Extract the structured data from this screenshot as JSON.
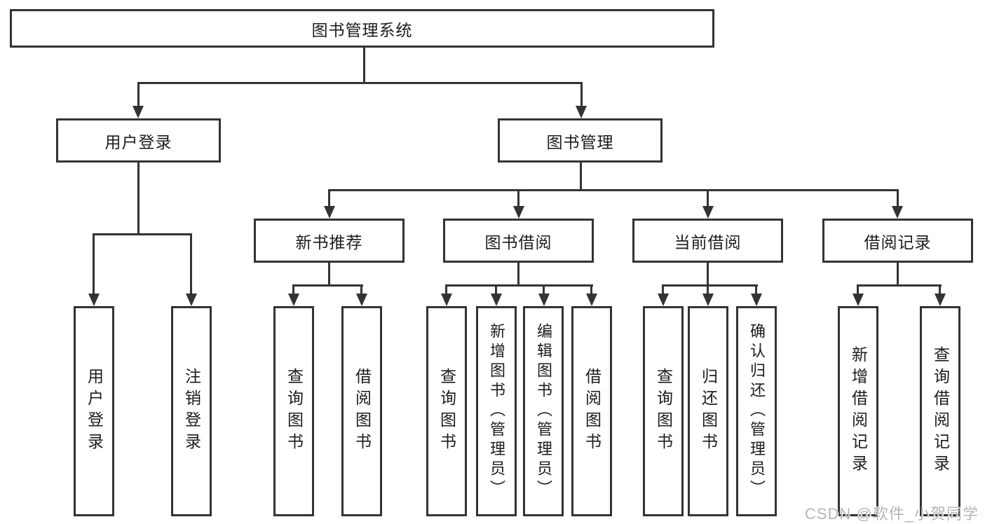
{
  "diagram": {
    "root": {
      "label": "图书管理系统",
      "children": [
        {
          "label": "用户登录",
          "children": [
            {
              "label": "用户登录"
            },
            {
              "label": "注销登录"
            }
          ]
        },
        {
          "label": "图书管理",
          "children": [
            {
              "label": "新书推荐",
              "children": [
                {
                  "label": "查询图书"
                },
                {
                  "label": "借阅图书"
                }
              ]
            },
            {
              "label": "图书借阅",
              "children": [
                {
                  "label": "查询图书"
                },
                {
                  "label": "新增图书（管理员）"
                },
                {
                  "label": "编辑图书（管理员）"
                },
                {
                  "label": "借阅图书"
                }
              ]
            },
            {
              "label": "当前借阅",
              "children": [
                {
                  "label": "查询图书"
                },
                {
                  "label": "归还图书"
                },
                {
                  "label": "确认归还（管理员）"
                }
              ]
            },
            {
              "label": "借阅记录",
              "children": [
                {
                  "label": "新增借阅记录"
                },
                {
                  "label": "查询借阅记录"
                }
              ]
            }
          ]
        }
      ]
    },
    "watermark": "CSDN @软件_小贺同学",
    "colors": {
      "line": "#333333",
      "text": "#1c1c1c",
      "background": "#ffffff",
      "watermark": "#b5b5b5"
    }
  }
}
